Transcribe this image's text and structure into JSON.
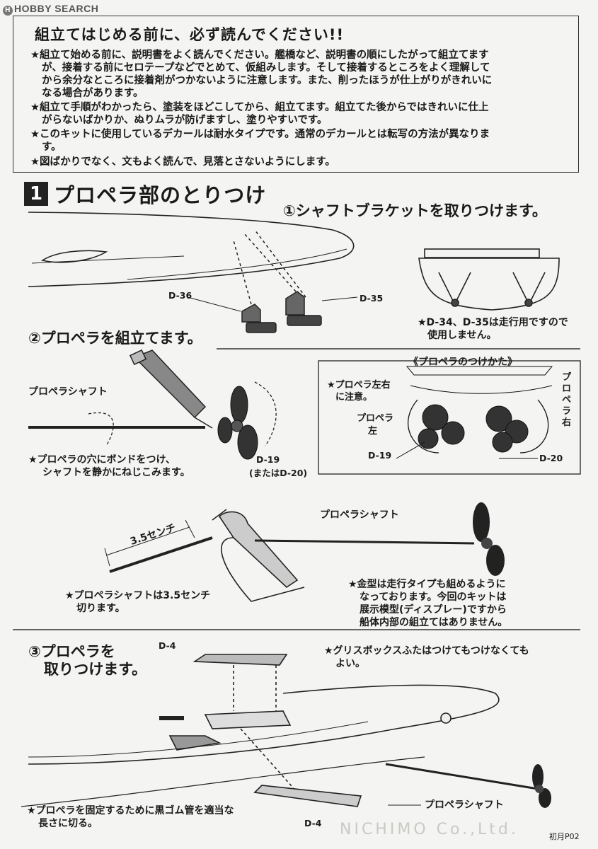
{
  "header": {
    "logo_text": "HOBBY SEARCH"
  },
  "notice": {
    "title": "組立てはじめる前に、必ず読んでください!!",
    "lines": [
      "★組立て始める前に、説明書をよく読んでください。艦橋など、説明書の順にしたがって組立てます",
      "が、接着する前にセロテープなどでとめて、仮組みします。そして接着するところをよく理解して",
      "から余分なところに接着剤がつかないように注意します。また、削ったほうが仕上がりがきれいに",
      "なる場合があります。",
      "★組立て手順がわかったら、塗装をほどこしてから、組立てます。組立てた後からではきれいに仕上",
      "がらないばかりか、ぬりムラが防げますし、塗りやすいです。",
      "★このキットに使用しているデカールは耐水タイプです。通常のデカールとは転写の方法が異なりま",
      "す。",
      "★図ばかりでなく、文もよく読んで、見落とさないようにします。"
    ]
  },
  "step1": {
    "number": "1",
    "title": "プロペラ部のとりつけ",
    "sub1": "①シャフトブラケットを取りつけます。",
    "part_d36": "D-36",
    "part_d35": "D-35",
    "note_d34": [
      "★D-34、D-35は走行用ですので",
      "使用しません。"
    ],
    "sub2": "②プロペラを組立てます。",
    "propeller_shaft_label": "プロペラシャフト",
    "bond_note": [
      "★プロペラの穴にボンドをつけ、",
      "シャフトを静かにねじこみます。"
    ],
    "part_d19": "D-19",
    "part_d20_alt": "(またはD-20)",
    "howto_title": "《プロペラのつけかた》",
    "lr_note": [
      "★プロペラ左右",
      "に注意。"
    ],
    "prop_left": [
      "プロペラ",
      "左"
    ],
    "prop_right": "プロペラ右",
    "part_d19b": "D-19",
    "part_d20": "D-20",
    "length_label": "3.5センチ",
    "shaft_label2": "プロペラシャフト",
    "cut_note": [
      "★プロペラシャフトは3.5センチ",
      "切ります。"
    ],
    "mold_note": [
      "★金型は走行タイプも組めるように",
      "なっております。今回のキットは",
      "展示模型(ディスプレー)ですから",
      "船体内部の組立てはありません。"
    ],
    "sub3": [
      "③プロペラを",
      "取りつけます。"
    ],
    "part_d4_top": "D-4",
    "grease_note": [
      "★グリスボックスふたはつけてもつけなくても",
      "よい。"
    ],
    "shaft_label3": "プロペラシャフト",
    "rubber_note": [
      "★プロペラを固定するために黒ゴム管を適当な",
      "長さに切る。"
    ],
    "part_d4_bottom": "D-4",
    "page_code": "初月P02"
  },
  "background_text": {
    "nichimo": "NICHIMO Co.,Ltd."
  }
}
